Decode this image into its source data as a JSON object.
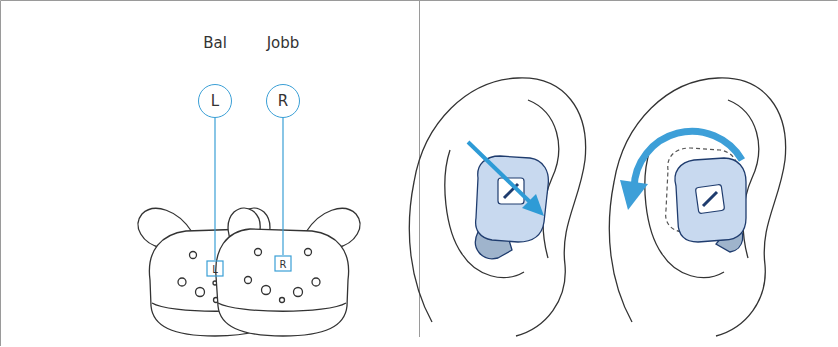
{
  "diagram": {
    "nodes": [
      {
        "text": [
          "Bal",
          "L"
        ]
      },
      {
        "text": [
          "Jobb",
          "R"
        ]
      }
    ],
    "labels": [
      "L",
      "R"
    ]
  }
}
